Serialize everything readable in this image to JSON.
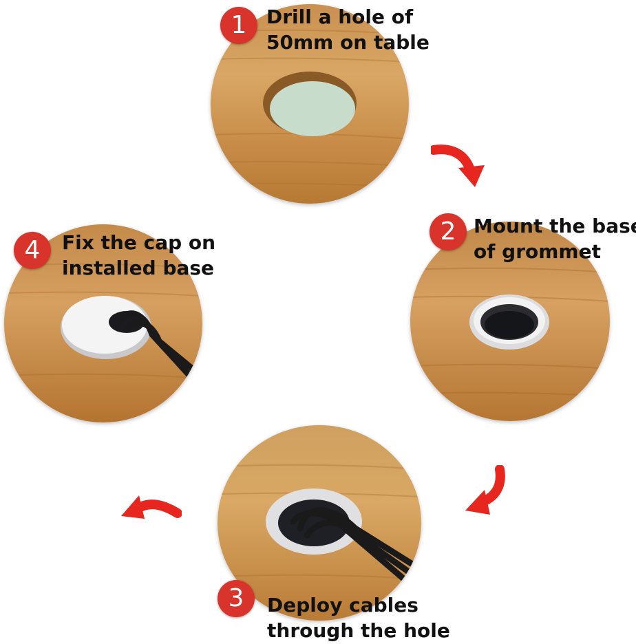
{
  "steps": [
    {
      "number": "1",
      "line1": "Drill a hole of",
      "line2": "50mm on table"
    },
    {
      "number": "2",
      "line1": "Mount the base",
      "line2": "of grommet"
    },
    {
      "number": "3",
      "line1": "Deploy cables",
      "line2": "through the hole"
    },
    {
      "number": "4",
      "line1": "Fix the cap on",
      "line2": "installed base"
    }
  ],
  "colors": {
    "badge": "#d9342b",
    "arrow": "#e6261f",
    "wood_light": "#d7a35f",
    "wood_dark": "#b8782f",
    "hole_floor": "#c8dccc",
    "grommet_ring": "#e9e9ea",
    "cable": "#1a1a1a"
  },
  "icons": [
    "step-number-badge",
    "curved-arrow-icon",
    "wood-disc-image",
    "grommet-icon",
    "cable-bundle-icon"
  ]
}
